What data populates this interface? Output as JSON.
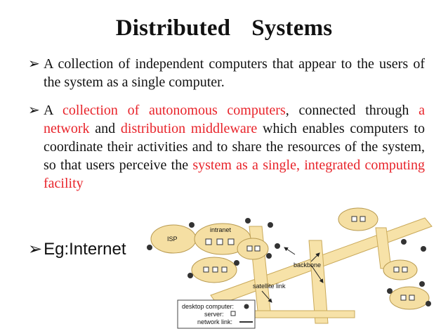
{
  "title": {
    "word1": "Distributed",
    "word2": "Systems"
  },
  "bullets": [
    {
      "parts": [
        "A collection of independent computers that appear to the users of the system as a single computer."
      ]
    },
    {
      "p1": "A ",
      "r1": "collection of autonomous computers",
      "p2": ", connected through ",
      "r2": "a network",
      "p3": " and ",
      "r3": "distribution middleware",
      "p4": " which enables computers to coordinate their activities and to share the resources of the system, so that users perceive the ",
      "r4": "system as a single, integrated computing facility"
    }
  ],
  "example": "Eg:Internet",
  "diagram": {
    "labels": {
      "isp": "ISP",
      "intranet": "intranet",
      "backbone": "backbone",
      "satellite": "satellite link"
    },
    "legend": {
      "desktop": "desktop computer:",
      "server": "server:",
      "link": "network link:"
    }
  },
  "colors": {
    "text": "#111111",
    "accent_red": "#e8232a",
    "cloud": "#f5dfa3",
    "cloud_edge": "#b89a50"
  }
}
